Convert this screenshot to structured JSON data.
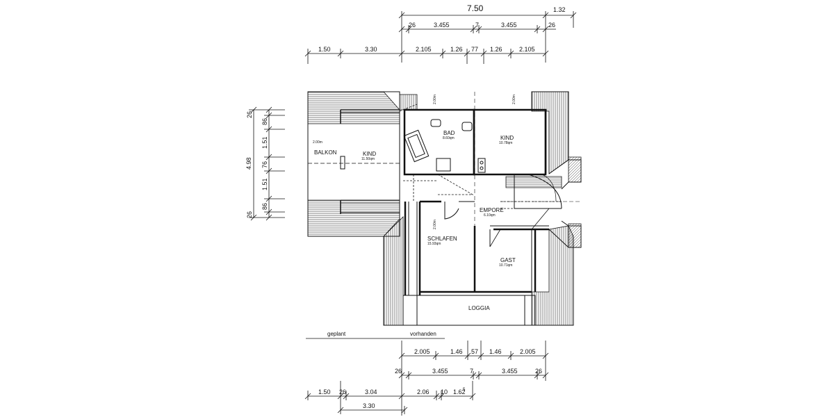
{
  "dims_top": {
    "overall": "7.50",
    "overhang": "1.32",
    "row2": [
      "26",
      "3.455",
      "7",
      "3.455",
      "26"
    ],
    "row3": [
      "1.50",
      "3.30",
      "2.105",
      "1.26",
      "77",
      "1.26",
      "2.105"
    ]
  },
  "dims_left": {
    "overall": "4.98",
    "parts": [
      "26",
      "86",
      "1.51",
      "76",
      "1.51",
      "86",
      "26"
    ]
  },
  "dims_bottom": {
    "row1": [
      "2.005",
      "1.46",
      "57",
      "1.46",
      "2.005"
    ],
    "row2": [
      "26",
      "3.455",
      "7",
      "3.455",
      "26"
    ],
    "row3": [
      "1.50",
      "26",
      "3.04",
      "2.06",
      "10",
      "1.62",
      "5"
    ],
    "row4": "3.30"
  },
  "legend": {
    "planned": "geplant",
    "existing": "vorhanden"
  },
  "headroom": [
    "2.00m",
    "2.00m",
    "2.00m",
    "2.00m"
  ],
  "rooms": {
    "balkon": "BALKON",
    "kind_left": {
      "name": "KIND",
      "area": "11.50qm"
    },
    "bad": {
      "name": "BAD",
      "area": "8.60qm"
    },
    "kind_right": {
      "name": "KIND",
      "area": "10.78qm"
    },
    "empore": {
      "name": "EMPORE",
      "area": "6.10qm"
    },
    "schlafen": {
      "name": "SCHLAFEN",
      "area": "15.93qm"
    },
    "gast": {
      "name": "GAST",
      "area": "10.71qm"
    },
    "loggia": "LOGGIA"
  }
}
